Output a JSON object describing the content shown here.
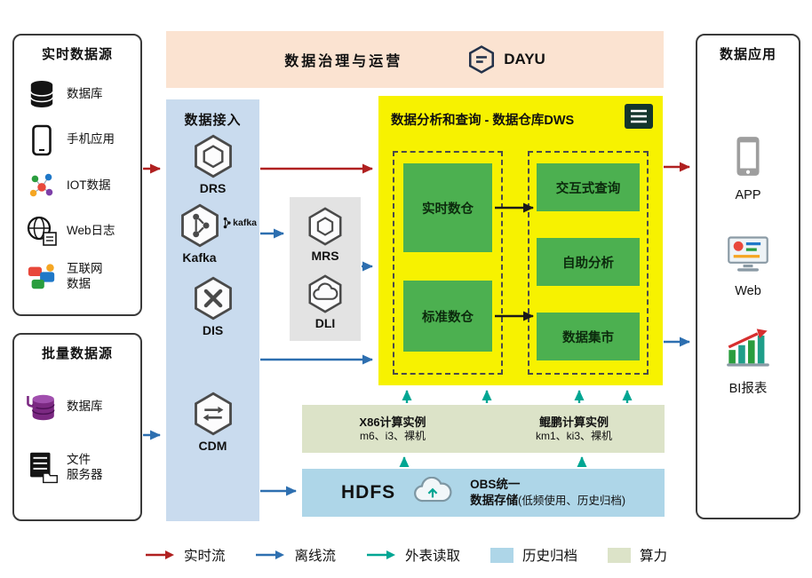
{
  "banner": {
    "title": "数据治理与运营",
    "product": "DAYU"
  },
  "sources_realtime": {
    "title": "实时数据源",
    "items": [
      {
        "icon": "database-icon",
        "label": "数据库"
      },
      {
        "icon": "phone-icon",
        "label": "手机应用"
      },
      {
        "icon": "iot-icon",
        "label": "IOT数据"
      },
      {
        "icon": "web-log-icon",
        "label": "Web日志"
      },
      {
        "icon": "internet-data-icon",
        "label": "互联网\n数据"
      }
    ]
  },
  "sources_batch": {
    "title": "批量数据源",
    "items": [
      {
        "icon": "database-purple-icon",
        "label": "数据库"
      },
      {
        "icon": "file-server-icon",
        "label": "文件\n服务器"
      }
    ]
  },
  "ingest": {
    "title": "数据接入",
    "items": [
      {
        "label": "DRS"
      },
      {
        "label": "Kafka",
        "logo": "kafka"
      },
      {
        "label": "DIS"
      },
      {
        "label": "CDM"
      }
    ]
  },
  "processing": {
    "items": [
      {
        "label": "MRS"
      },
      {
        "label": "DLI"
      }
    ]
  },
  "dws": {
    "title": "数据分析和查询 - 数据仓库DWS",
    "left_boxes": [
      {
        "label": "实时数仓"
      },
      {
        "label": "标准数仓"
      }
    ],
    "right_boxes": [
      {
        "label": "交互式查询"
      },
      {
        "label": "自助分析"
      },
      {
        "label": "数据集市"
      }
    ]
  },
  "compute": {
    "x86": {
      "title": "X86计算实例",
      "subtitle": "m6、i3、裸机"
    },
    "kunpeng": {
      "title": "鲲鹏计算实例",
      "subtitle": "km1、ki3、裸机"
    }
  },
  "storage": {
    "hdfs": "HDFS",
    "obs_line1": "OBS统一",
    "obs_line2": "数据存储",
    "obs_note": "(低频使用、历史归档)"
  },
  "apps": {
    "title": "数据应用",
    "items": [
      {
        "icon": "app-phone-icon",
        "label": "APP"
      },
      {
        "icon": "web-browser-icon",
        "label": "Web"
      },
      {
        "icon": "bi-report-icon",
        "label": "BI报表"
      }
    ]
  },
  "legend": {
    "realtime": "实时流",
    "offline": "离线流",
    "external": "外表读取",
    "archive": "历史归档",
    "compute": "算力"
  },
  "colors": {
    "realtime_flow": "#b02020",
    "offline_flow": "#2d6fb0",
    "external_read": "#00a693",
    "archive_fill": "#aed6e8",
    "compute_fill": "#dce3c8",
    "dws_bg": "#f7f200",
    "green_box": "#4cb050",
    "ingest_bg": "#c9dbee",
    "banner_bg": "#fbe3d1"
  }
}
